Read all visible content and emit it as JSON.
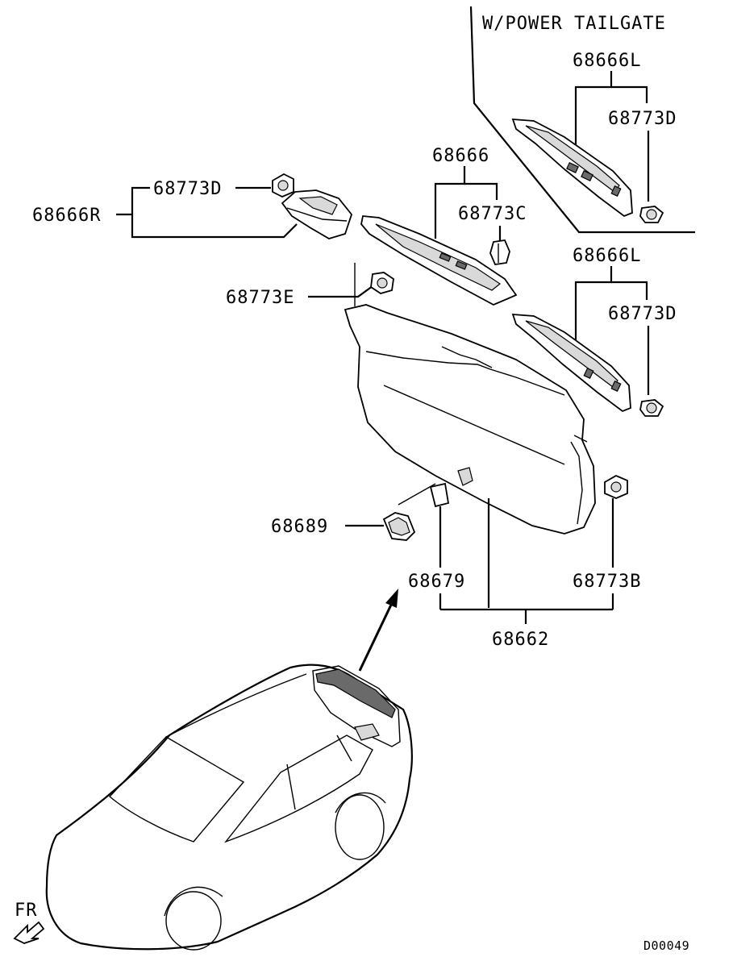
{
  "header": {
    "variant_label": "W/POWER TAILGATE"
  },
  "labels": {
    "pt_68666L_power": "68666L",
    "pt_68773D_power": "68773D",
    "pt_68666": "68666",
    "pt_68773D_right": "68773D",
    "pt_68666R": "68666R",
    "pt_68773C": "68773C",
    "pt_68666L": "68666L",
    "pt_68773D_left": "68773D",
    "pt_68773E": "68773E",
    "pt_68689": "68689",
    "pt_68679": "68679",
    "pt_68773B": "68773B",
    "pt_68662": "68662"
  },
  "footer": {
    "direction_label": "FR",
    "diagram_code": "D00049"
  }
}
